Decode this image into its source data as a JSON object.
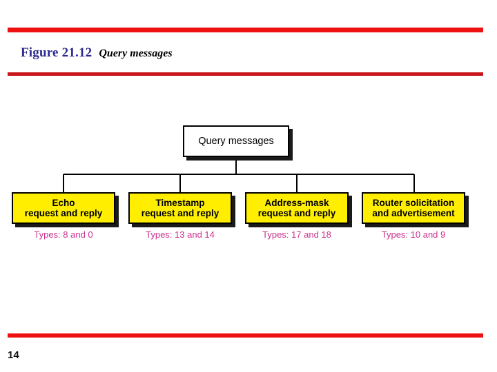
{
  "slide": {
    "page_number": "14",
    "accent_red": "#ed1111",
    "accent_red_dark": "#c8161a",
    "caption_blue": "#2b2b8f",
    "node_yellow": "#ffee00",
    "types_magenta": "#cc2f8e"
  },
  "caption": {
    "label": "Figure 21.12",
    "title": "Query messages"
  },
  "diagram": {
    "root": {
      "label": "Query messages"
    },
    "leaves": [
      {
        "line1": "Echo",
        "line2": "request and reply",
        "types": "Types: 8 and 0"
      },
      {
        "line1": "Timestamp",
        "line2": "request and reply",
        "types": "Types: 13 and 14"
      },
      {
        "line1": "Address-mask",
        "line2": "request and reply",
        "types": "Types: 17 and 18"
      },
      {
        "line1": "Router solicitation",
        "line2": "and advertisement",
        "types": "Types: 10 and 9"
      }
    ]
  }
}
